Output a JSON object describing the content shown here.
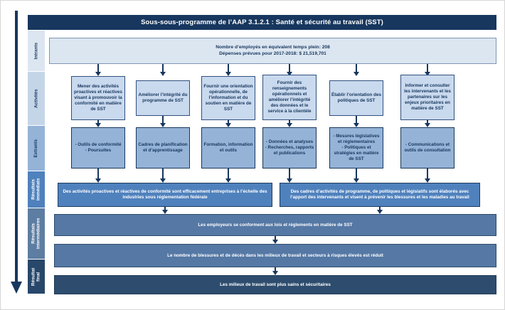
{
  "header": {
    "title": "Sous-sous-programme de l’AAP 3.1.2.1 : Santé et sécurité au travail (SST)"
  },
  "sidebar": {
    "items": [
      {
        "label": "Intrants"
      },
      {
        "label": "Activités"
      },
      {
        "label": "Extrants"
      },
      {
        "label": "Résultats\nimmédiats"
      },
      {
        "label": "Résultats\nintermédiaires"
      },
      {
        "label": "Résultat\nfinal"
      }
    ]
  },
  "inputs": {
    "line1": "Nombre d’employés en équivalent temps plein:  208",
    "line2": "Dépenses prévues pour 2017-2018: $ 21,519,701"
  },
  "columns": [
    {
      "activity": "Mener des activités proactives et réactives visant à promouvoir la conformité en matière de SST",
      "output": "- Outils de conformité\n- Poursuites"
    },
    {
      "activity": "Améliorer l’intégrité du programme de SST",
      "output": "Cadres de planification et d’apprentissage"
    },
    {
      "activity": "Fournir une orientation opérationnelle, de l’information et du soutien en matière de SST",
      "output": "Formation, information et outils"
    },
    {
      "activity": "Fournir des renseignements opérationnels et améliorer l’intégrité des données et le service à la clientèle",
      "output": "- Données et analyses\n- Recherches, rapports et publications"
    },
    {
      "activity": "Établir l’orientation des politiques de SST",
      "output": "- Mesures législatives et réglementaires\n- Politiques et stratégies en matière de SST"
    },
    {
      "activity": "Informer et consulter les intervenants et les partenaires sur les enjeux prioritaires en matière de SST",
      "output": "- Communications et outils de consultation"
    }
  ],
  "immediate_results": [
    {
      "text": "Des activités proactives et réactives de conformité sont efficacement entreprises à l’échelle des industries sous réglementation fédérale"
    },
    {
      "text": "Des cadres d’activités de programme, de politiques et législatifs sont élaborés avec l’apport des intervenants et visent à prévenir les blessures et les maladies au travail"
    }
  ],
  "intermediate_results": [
    {
      "text": "Les employeurs se conforment aux lois et règlements en matière de SST"
    },
    {
      "text": "Le nombre de blessures et de décès dans les milieux de travail et secteurs à risques élevés est réduit"
    }
  ],
  "final_result": {
    "text": "Les milieux de travail sont plus sains et sécuritaires"
  },
  "colors": {
    "navy": "#17375e",
    "light_blue": "#dce6f1",
    "pale_blue": "#c9d9ee",
    "medium_blue": "#95b3d7",
    "accent_blue": "#4f81bd",
    "slate_blue": "#5578a5",
    "dark_slate": "#2e4d6e"
  }
}
